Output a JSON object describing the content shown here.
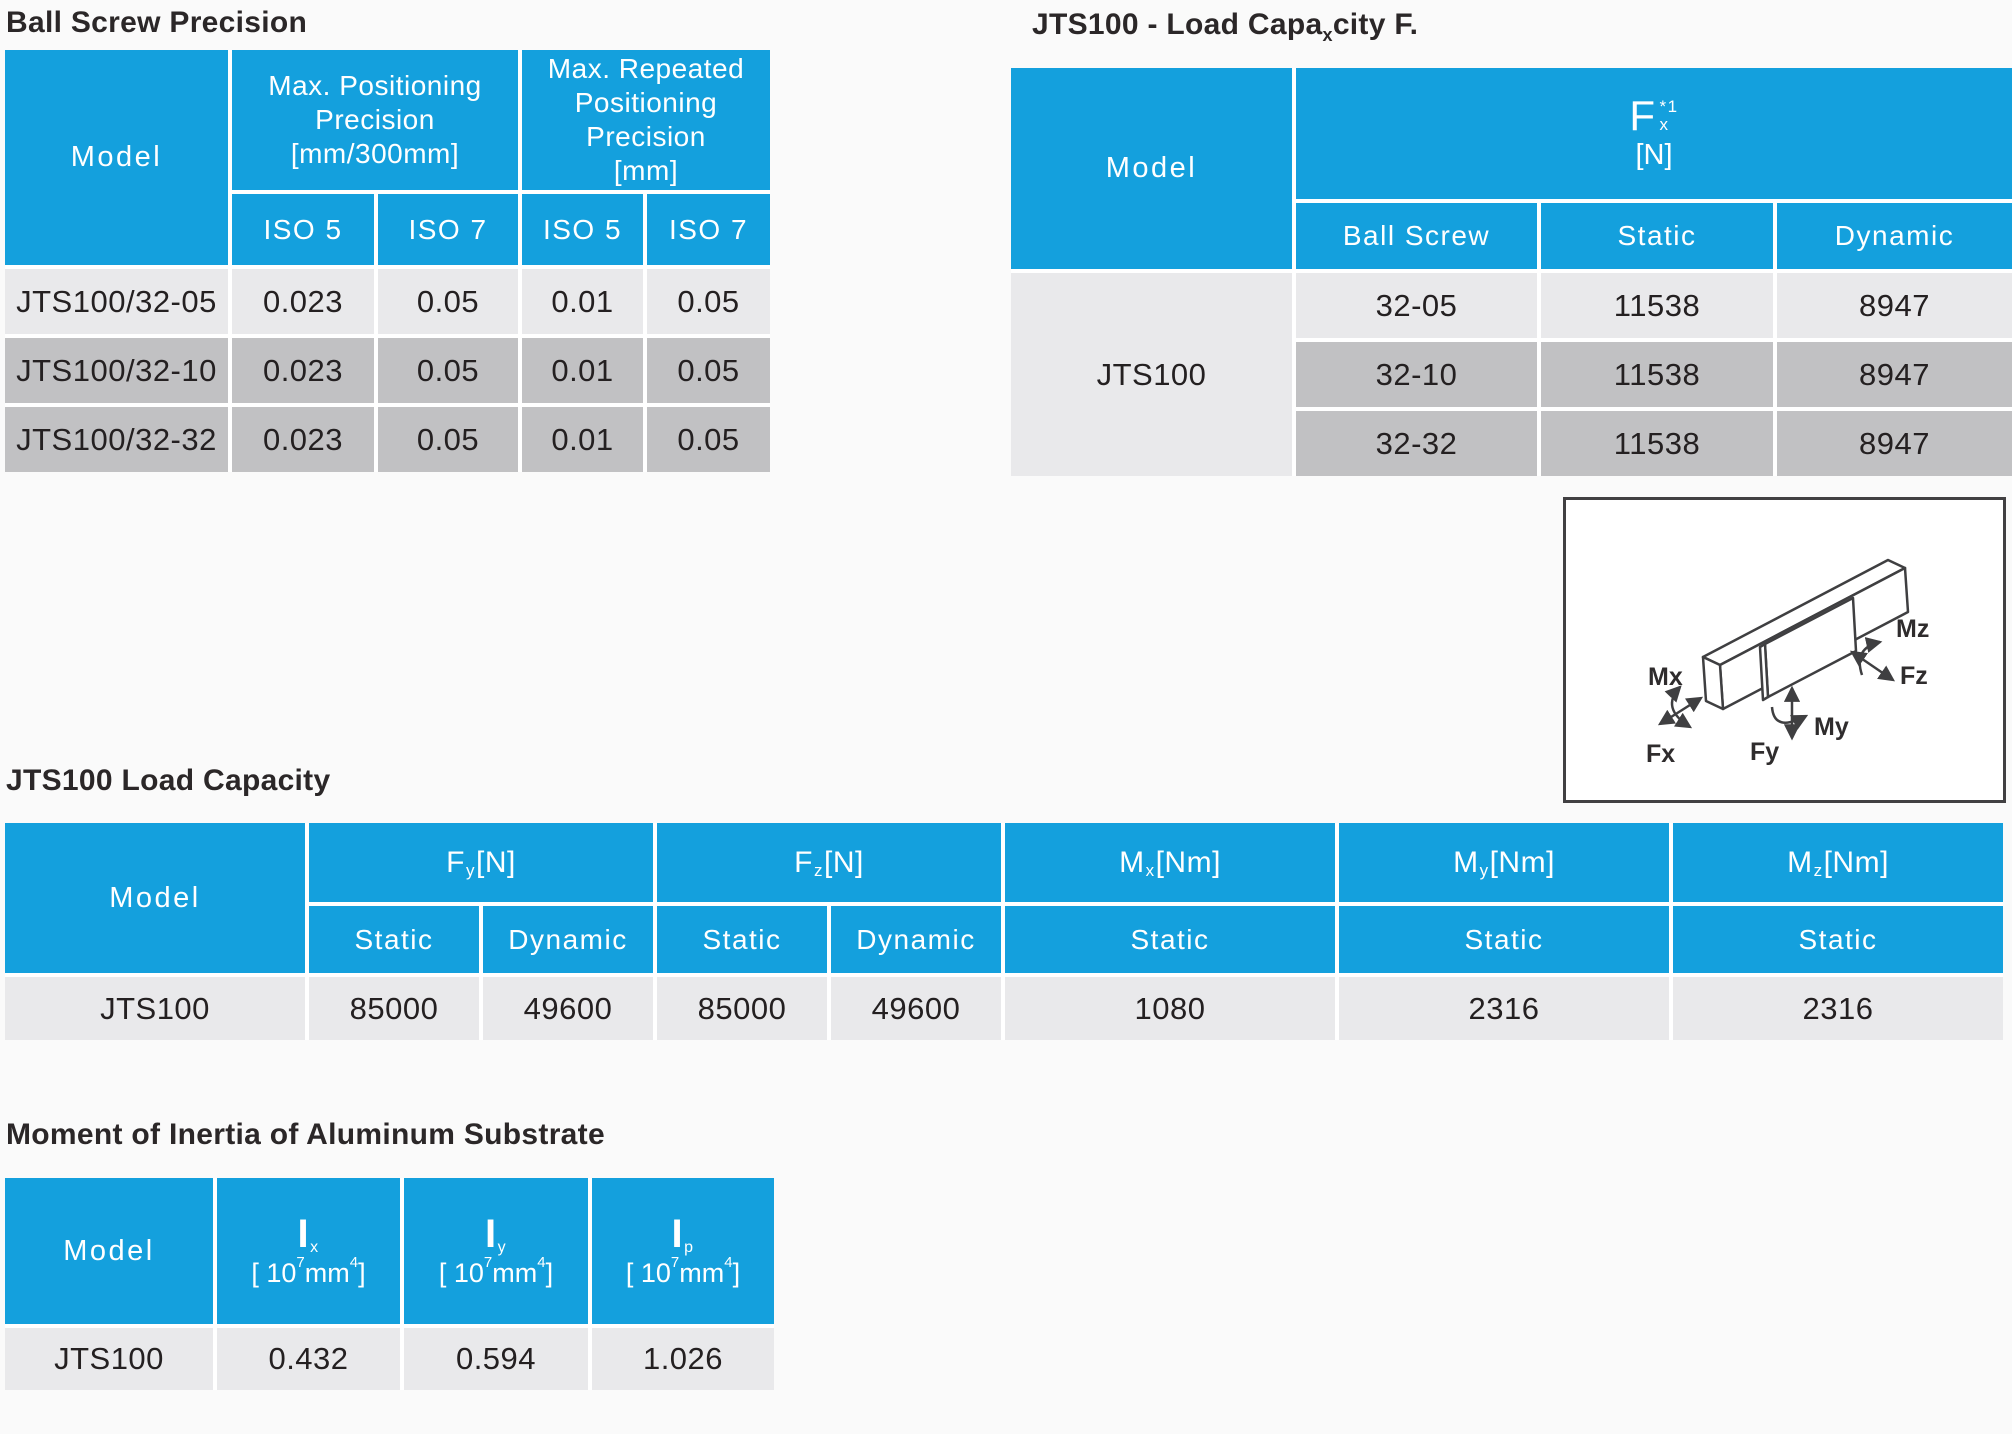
{
  "colors": {
    "header_blue": "#14a0dd",
    "row_light": "#e9e9eb",
    "row_dark": "#c1c1c3",
    "text": "#262223"
  },
  "tables": {
    "precision": {
      "title": "Ball Screw Precision",
      "header": {
        "model": "Model",
        "group1": "Max. Positioning\nPrecision\n[mm/300mm]",
        "group2": "Max. Repeated\nPositioning Precision\n[mm]",
        "sub": [
          "ISO 5",
          "ISO 7",
          "ISO 5",
          "ISO 7"
        ]
      },
      "rows": [
        {
          "model": "JTS100/32-05",
          "v": [
            "0.023",
            "0.05",
            "0.01",
            "0.05"
          ]
        },
        {
          "model": "JTS100/32-10",
          "v": [
            "0.023",
            "0.05",
            "0.01",
            "0.05"
          ]
        },
        {
          "model": "JTS100/32-32",
          "v": [
            "0.023",
            "0.05",
            "0.01",
            "0.05"
          ]
        }
      ]
    },
    "load_fx": {
      "title_pre": "JTS100 - Load Capa",
      "title_sub": "x",
      "title_post": "city F.",
      "header": {
        "model": "Model",
        "f_base": "F",
        "f_sup": "*1",
        "f_sub": "x",
        "f_unit": "[N]",
        "sub": [
          "Ball Screw",
          "Static",
          "Dynamic"
        ]
      },
      "model": "JTS100",
      "rows": [
        {
          "screw": "32-05",
          "static": "11538",
          "dynamic": "8947"
        },
        {
          "screw": "32-10",
          "static": "11538",
          "dynamic": "8947"
        },
        {
          "screw": "32-32",
          "static": "11538",
          "dynamic": "8947"
        }
      ]
    },
    "load_capacity": {
      "title": "JTS100 Load Capacity",
      "header": {
        "model": "Model",
        "groups": [
          {
            "base": "F",
            "sub": "y",
            "unit": "[N]"
          },
          {
            "base": "F",
            "sub": "z",
            "unit": "[N]"
          },
          {
            "base": "M",
            "sub": "x",
            "unit": "[Nm]"
          },
          {
            "base": "M",
            "sub": "y",
            "unit": "[Nm]"
          },
          {
            "base": "M",
            "sub": "z",
            "unit": "[Nm]"
          }
        ],
        "sub": [
          "Static",
          "Dynamic",
          "Static",
          "Dynamic",
          "Static",
          "Static",
          "Static"
        ]
      },
      "row": {
        "model": "JTS100",
        "v": [
          "85000",
          "49600",
          "85000",
          "49600",
          "1080",
          "2316",
          "2316"
        ]
      }
    },
    "inertia": {
      "title": "Moment of Inertia of Aluminum Substrate",
      "header": {
        "model": "Model",
        "cols": [
          {
            "base": "I",
            "sub": "x"
          },
          {
            "base": "I",
            "sub": "y"
          },
          {
            "base": "I",
            "sub": "p"
          }
        ],
        "unit": {
          "u1": "[ 10",
          "s1": "7",
          "u2": "mm",
          "s2": "4",
          "u3": " ]"
        }
      },
      "row": {
        "model": "JTS100",
        "v": [
          "0.432",
          "0.594",
          "1.026"
        ]
      }
    }
  },
  "diagram": {
    "labels": {
      "mx": "Mx",
      "fx": "Fx",
      "fy": "Fy",
      "my": "My",
      "mz": "Mz",
      "fz": "Fz"
    }
  }
}
